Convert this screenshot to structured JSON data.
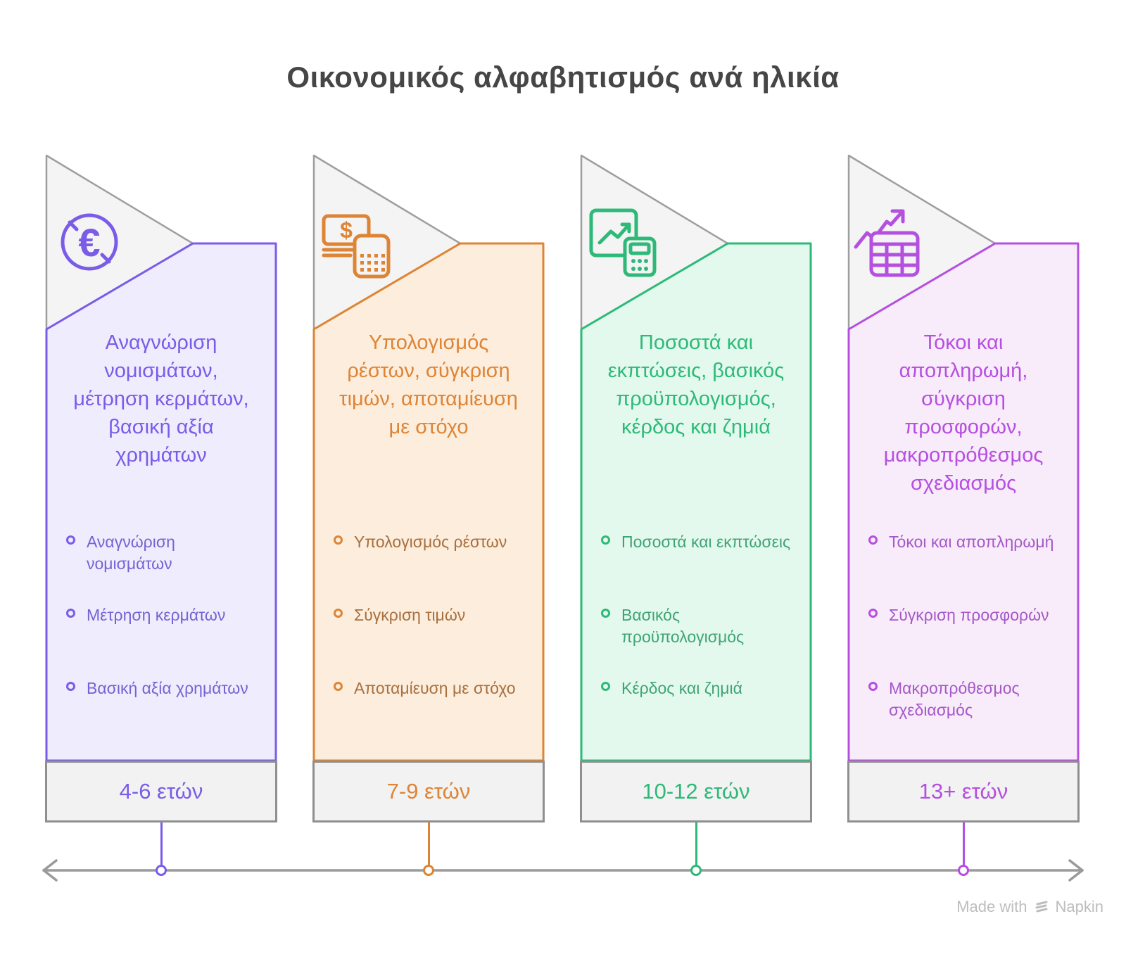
{
  "page": {
    "title": "Οικονομικός αλφαβητισμός ανά ηλικία",
    "watermark": {
      "prefix": "Made with",
      "brand": "Napkin"
    }
  },
  "colors": {
    "heading_text": "#464646",
    "triangle_fill": "#f4f4f4",
    "triangle_stroke": "#9e9e9e",
    "footer_fill": "#f2f2f2",
    "footer_stroke": "#8f8f8f",
    "timeline": "#9a9a9a",
    "watermark_text": "#bdbdbd"
  },
  "icon_glyphs": {
    "euro": "€",
    "dollar": "$"
  },
  "columns": [
    {
      "id": "age-4-6",
      "icon": "euro-coin-icon",
      "accent": "#7a5ce8",
      "fill": "#efecfd",
      "item_text_color": "#7463d2",
      "title": "Αναγνώριση νομισμάτων, μέτρηση κερμάτων, βασική αξία χρημάτων",
      "items": [
        "Αναγνώριση νομισμάτων",
        "Μέτρηση κερμάτων",
        "Βασική αξία χρημάτων"
      ],
      "age_label": "4-6 ετών"
    },
    {
      "id": "age-7-9",
      "icon": "cash-calculator-icon",
      "accent": "#de8435",
      "fill": "#fcedDC",
      "item_text_color": "#a8703f",
      "title": "Υπολογισμός ρέστων, σύγκριση τιμών, αποταμίευση με στόχο",
      "items": [
        "Υπολογισμός ρέστων",
        "Σύγκριση τιμών",
        "Αποταμίευση με στόχο"
      ],
      "age_label": "7-9 ετών"
    },
    {
      "id": "age-10-12",
      "icon": "chart-calculator-icon",
      "accent": "#2dba78",
      "fill": "#e4f9ee",
      "item_text_color": "#3fa473",
      "title": "Ποσοστά και εκπτώσεις, βασικός προϋπολογισμός, κέρδος και ζημιά",
      "items": [
        "Ποσοστά και εκπτώσεις",
        "Βασικός προϋπολογισμός",
        "Κέρδος και ζημιά"
      ],
      "age_label": "10-12 ετών"
    },
    {
      "id": "age-13-plus",
      "icon": "growth-table-icon",
      "accent": "#b54fe0",
      "fill": "#f8ebfa",
      "item_text_color": "#a558c9",
      "title": "Τόκοι και αποπληρωμή, σύγκριση προσφορών, μακροπρόθεσμος σχεδιασμός",
      "items": [
        "Τόκοι και αποπληρωμή",
        "Σύγκριση προσφορών",
        "Μακροπρόθεσμος σχεδιασμός"
      ],
      "age_label": "13+ ετών"
    }
  ]
}
